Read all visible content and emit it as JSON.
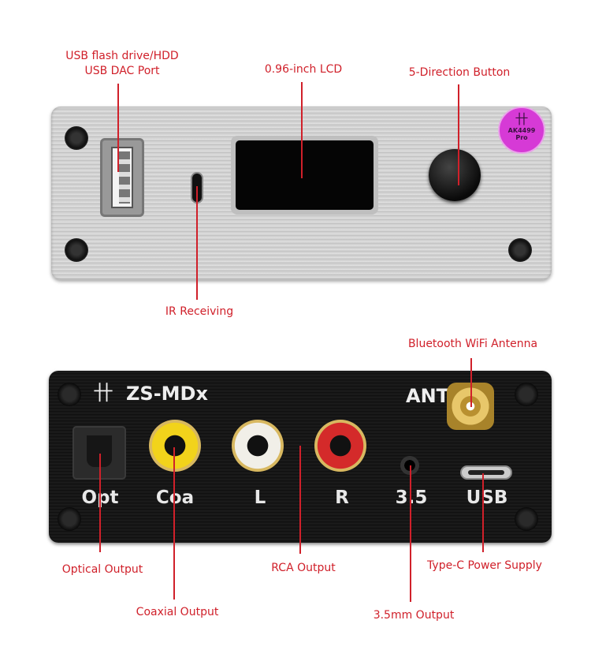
{
  "annotations": {
    "usb_port": [
      "USB flash drive/HDD",
      "USB DAC Port"
    ],
    "lcd": "0.96-inch LCD",
    "button": "5-Direction Button",
    "ir": "IR Receiving",
    "antenna": "Bluetooth WiFi Antenna",
    "optical": "Optical Output",
    "rca": "RCA Output",
    "typec": "Type-C Power Supply",
    "coaxial": "Coaxial Output",
    "headphone": "3.5mm Output"
  },
  "front_panel": {
    "badge": [
      "AK4499",
      "Pro"
    ]
  },
  "back_panel": {
    "brand": "ZS-MDx",
    "ant": "ANT",
    "ports": [
      "Opt",
      "Coa",
      "L",
      "R",
      "3.5",
      "USB"
    ]
  },
  "colors": {
    "annotation": "#d0202a",
    "badge": "#d63ad6",
    "coax": "#f2d31b",
    "right": "#d42a2a"
  }
}
